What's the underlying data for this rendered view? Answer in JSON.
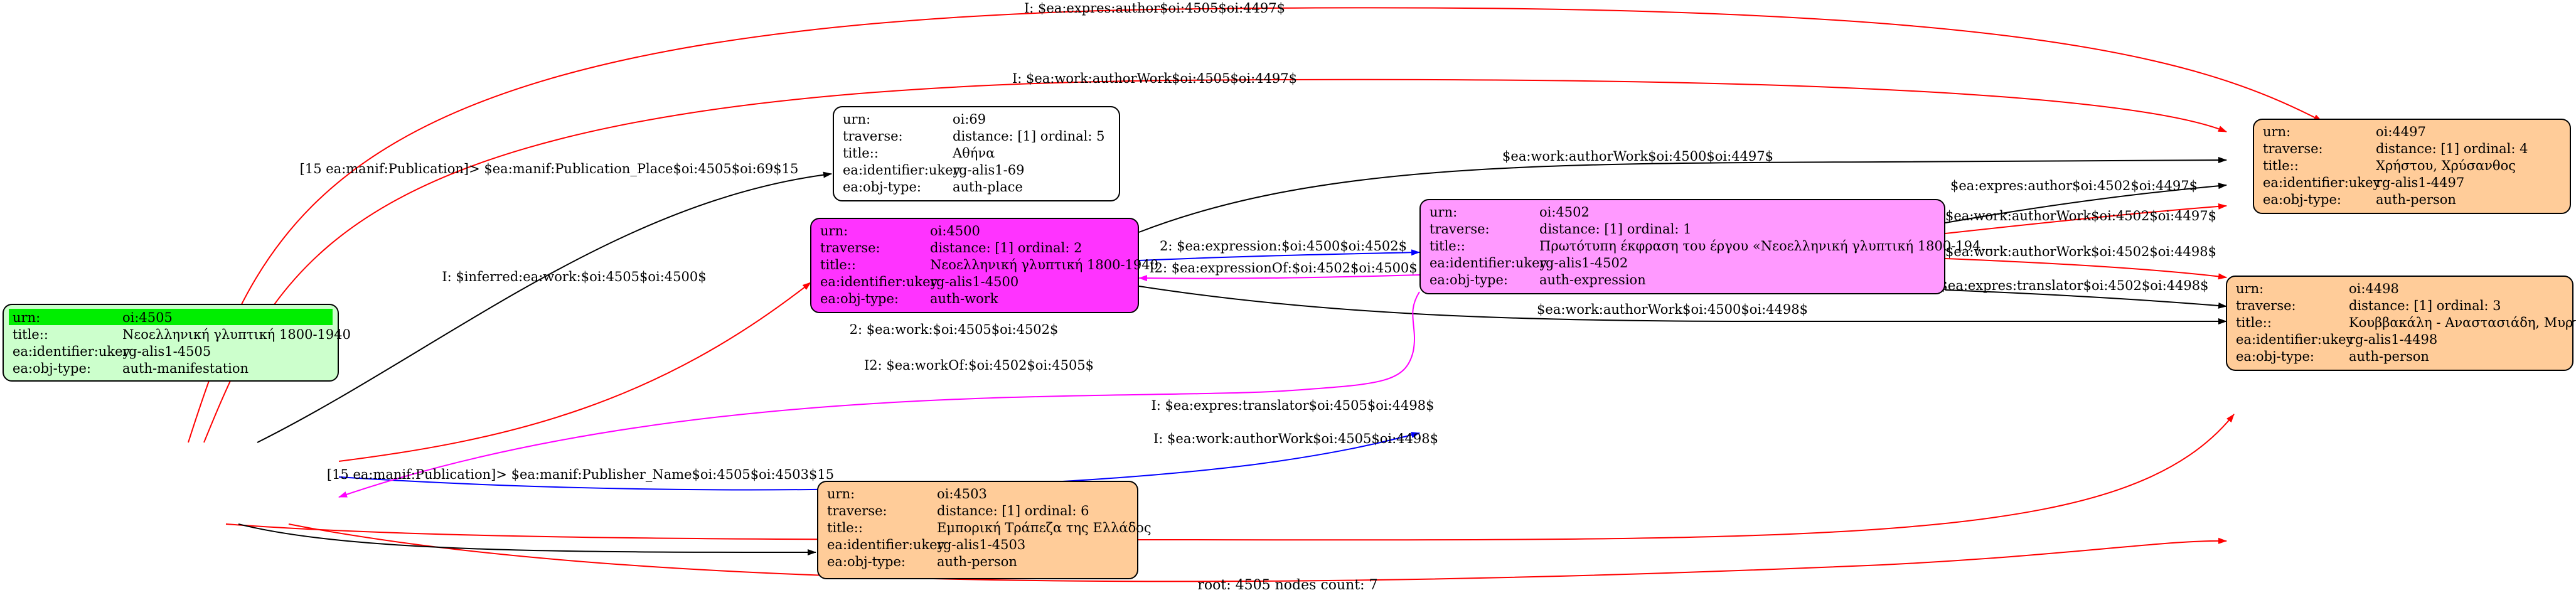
{
  "caption": "root: 4505 nodes count: 7",
  "colors": {
    "root_fill": "#ccffcc",
    "root_highlight": "#00ee00",
    "work_fill": "#ff33ff",
    "expression_fill": "#ff99ff",
    "person_fill": "#ffcc99",
    "place_fill": "#ffffff",
    "edge_black": "#000000",
    "edge_red": "#ff0000",
    "edge_blue": "#0000ff",
    "edge_magenta": "#ff00ff"
  },
  "nodes": {
    "n4505": {
      "rows": [
        [
          "urn:",
          "oi:4505"
        ],
        [
          "title::",
          "Νεοελληνική γλυπτική 1800-1940"
        ],
        [
          "ea:identifier:ukey",
          "rg-alis1-4505"
        ],
        [
          "ea:obj-type:",
          "auth-manifestation"
        ]
      ]
    },
    "n69": {
      "rows": [
        [
          "urn:",
          "oi:69"
        ],
        [
          "traverse:",
          "distance: [1]     ordinal: 5"
        ],
        [
          "title::",
          "Αθήνα"
        ],
        [
          "ea:identifier:ukey",
          "rg-alis1-69"
        ],
        [
          "ea:obj-type:",
          "auth-place"
        ]
      ]
    },
    "n4500": {
      "rows": [
        [
          "urn:",
          "oi:4500"
        ],
        [
          "traverse:",
          "distance: [1]     ordinal: 2"
        ],
        [
          "title::",
          "Νεοελληνική γλυπτική 1800-1940"
        ],
        [
          "ea:identifier:ukey",
          "rg-alis1-4500"
        ],
        [
          "ea:obj-type:",
          "auth-work"
        ]
      ]
    },
    "n4502": {
      "rows": [
        [
          "urn:",
          "oi:4502"
        ],
        [
          "traverse:",
          "distance: [1]     ordinal: 1"
        ],
        [
          "title::",
          "Πρωτότυπη έκφραση του έργου «Νεοελληνική γλυπτική 1800-194..."
        ],
        [
          "ea:identifier:ukey",
          "rg-alis1-4502"
        ],
        [
          "ea:obj-type:",
          "auth-expression"
        ]
      ]
    },
    "n4497": {
      "rows": [
        [
          "urn:",
          "oi:4497"
        ],
        [
          "traverse:",
          "distance: [1]     ordinal: 4"
        ],
        [
          "title::",
          "Χρήστου, Χρύσανθος"
        ],
        [
          "ea:identifier:ukey",
          "rg-alis1-4497"
        ],
        [
          "ea:obj-type:",
          "auth-person"
        ]
      ]
    },
    "n4498": {
      "rows": [
        [
          "urn:",
          "oi:4498"
        ],
        [
          "traverse:",
          "distance: [1]     ordinal: 3"
        ],
        [
          "title::",
          "Κουββακάλη - Αναστασιάδη, Μυρτώ"
        ],
        [
          "ea:identifier:ukey",
          "rg-alis1-4498"
        ],
        [
          "ea:obj-type:",
          "auth-person"
        ]
      ]
    },
    "n4503": {
      "rows": [
        [
          "urn:",
          "oi:4503"
        ],
        [
          "traverse:",
          "distance: [1]     ordinal: 6"
        ],
        [
          "title::",
          "Εμπορική Τράπεζα της Ελλάδος"
        ],
        [
          "ea:identifier:ukey",
          "rg-alis1-4503"
        ],
        [
          "ea:obj-type:",
          "auth-person"
        ]
      ]
    }
  },
  "edges": {
    "e1": "I: $ea:expres:author$oi:4505$oi:4497$",
    "e2": "I: $ea:work:authorWork$oi:4505$oi:4497$",
    "e3": "[15 ea:manif:Publication]> $ea:manif:Publication_Place$oi:4505$oi:69$15",
    "e4": "I: $inferred:ea:work:$oi:4505$oi:4500$",
    "e5": "$ea:work:authorWork$oi:4500$oi:4497$",
    "e6": "2: $ea:expression:$oi:4500$oi:4502$",
    "e7": "I2: $ea:expressionOf:$oi:4502$oi:4500$",
    "e8": "$ea:expres:author$oi:4502$oi:4497$",
    "e9": "I: $ea:work:authorWork$oi:4502$oi:4497$",
    "e10": "I: $ea:work:authorWork$oi:4502$oi:4498$",
    "e11": "$ea:expres:translator$oi:4502$oi:4498$",
    "e12": "$ea:work:authorWork$oi:4500$oi:4498$",
    "e13": "2: $ea:work:$oi:4505$oi:4502$",
    "e14": "I2: $ea:workOf:$oi:4502$oi:4505$",
    "e15": "I: $ea:expres:translator$oi:4505$oi:4498$",
    "e16": "I: $ea:work:authorWork$oi:4505$oi:4498$",
    "e17": "[15 ea:manif:Publication]> $ea:manif:Publisher_Name$oi:4505$oi:4503$15"
  }
}
